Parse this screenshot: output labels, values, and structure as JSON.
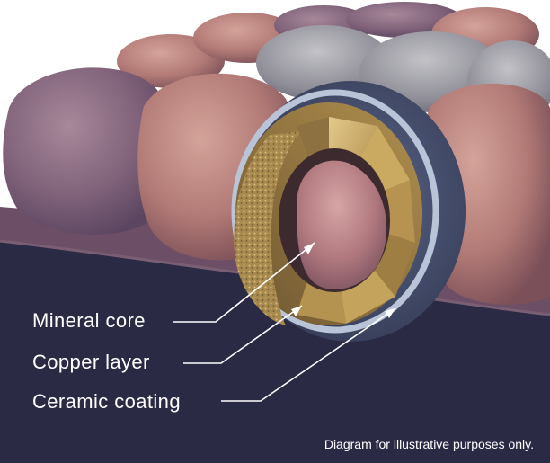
{
  "labels": {
    "mineral_core": "Mineral core",
    "copper_layer": "Copper layer",
    "ceramic_coating": "Ceramic coating"
  },
  "disclaimer": "Diagram for illustrative purposes only.",
  "colors": {
    "ground": "#2b2a45",
    "soil_band": "#6c4f66",
    "ceramic": "#444f6e",
    "ceramic_edge": "#b9c4d8",
    "copper": "#c9a85a",
    "core": "#b88a8c",
    "label_text": "#ffffff"
  }
}
